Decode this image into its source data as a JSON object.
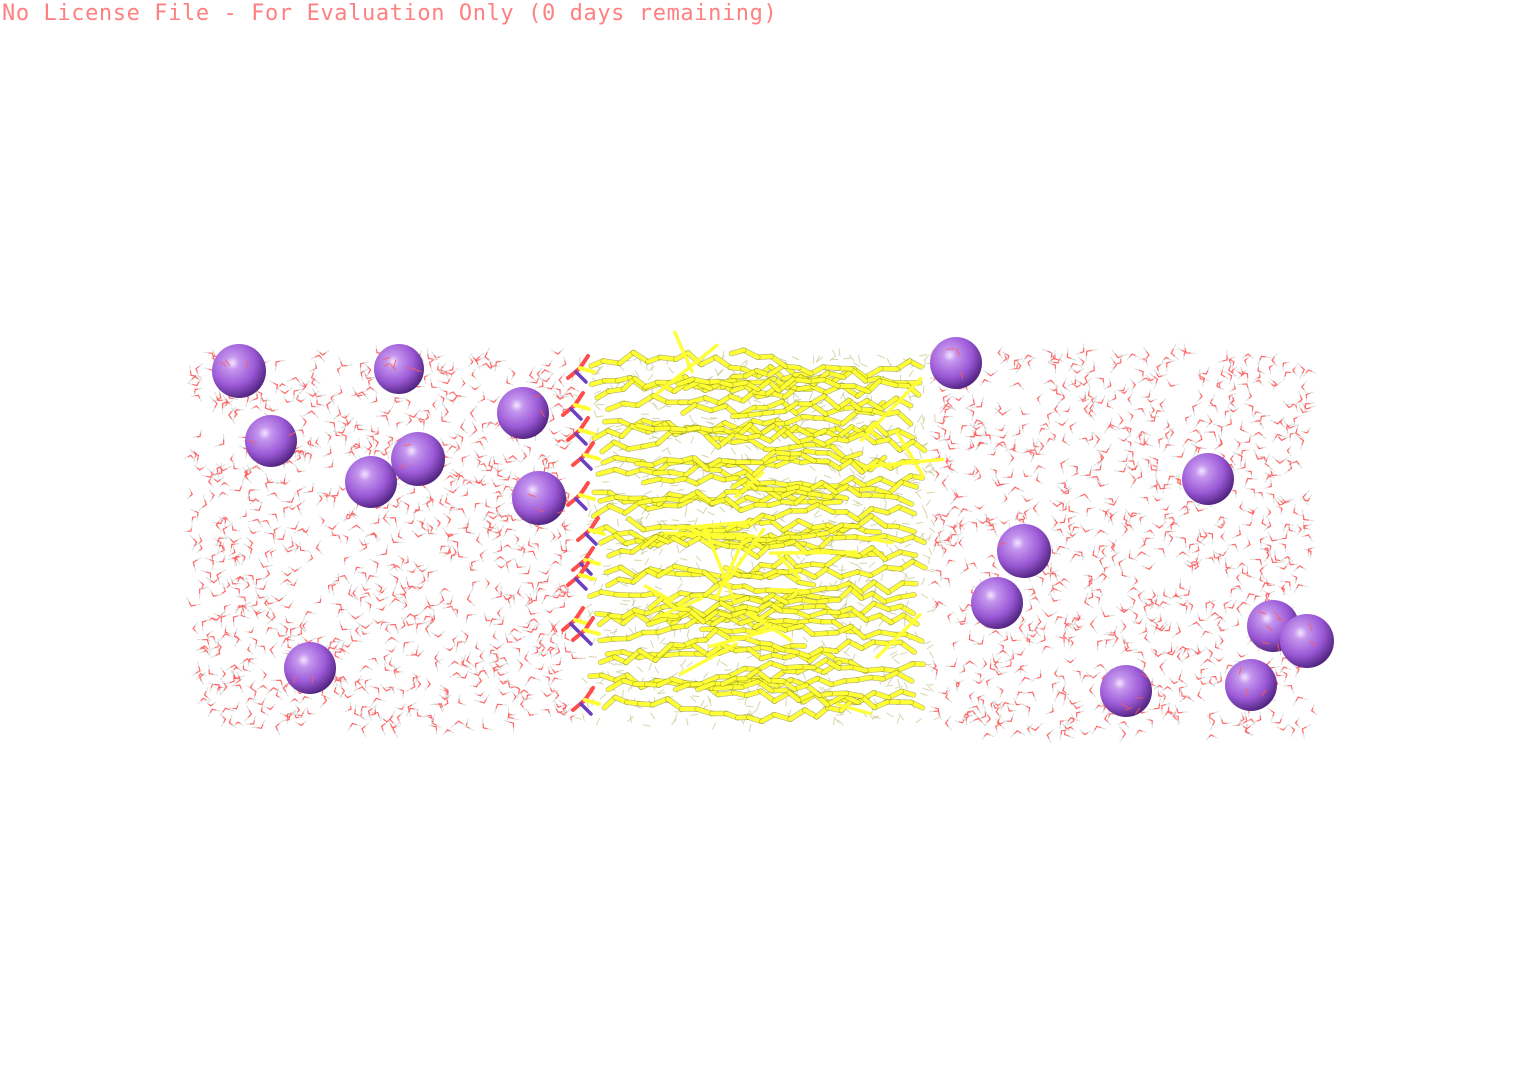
{
  "viewer": {
    "license_notice": "No License File - For Evaluation Only (0 days remaining)",
    "colors": {
      "background": "#ffffff",
      "license_text": "#ff8080",
      "water_oxygen": "#ff5a5a",
      "water_hydrogen": "#d8d8d8",
      "lipid_carbon": "#ffff33",
      "lipid_hydrogen": "#cccc99",
      "lipid_oxygen": "#ff4d4d",
      "lipid_nitrogen": "#6b3fbf",
      "ion": "#9b59d6"
    },
    "scene_objects": {
      "water": "water-molecules",
      "lipids": "lipid-bilayer-sticks",
      "ions": "ion-spheres"
    }
  }
}
